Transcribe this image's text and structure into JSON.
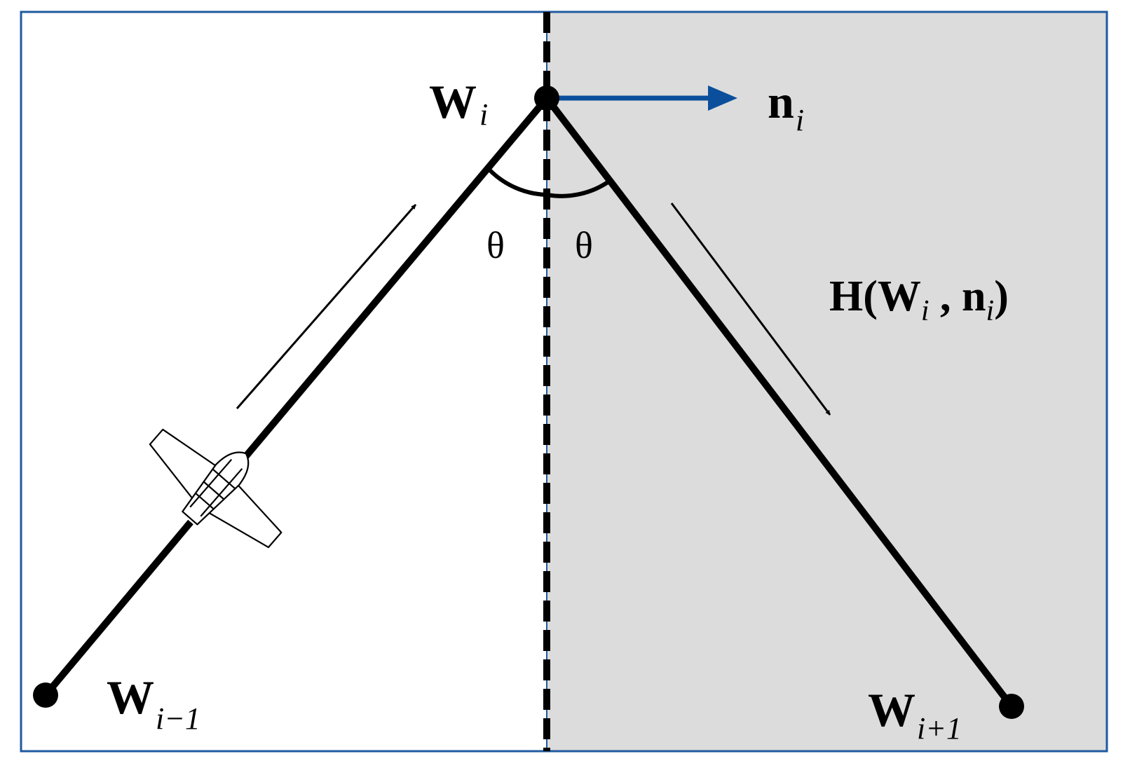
{
  "colors": {
    "frame": "#1f5aa0",
    "shaded_region": "#dcdcdc",
    "normal_arrow": "#0b4f9c",
    "angle_label": "#ff0000",
    "path": "#000000"
  },
  "labels": {
    "w_i": {
      "main": "W",
      "sub": "i"
    },
    "w_prev": {
      "main": "W",
      "sub": "i−1"
    },
    "w_next": {
      "main": "W",
      "sub": "i+1"
    },
    "n_i": {
      "main": "n",
      "sub": "i"
    },
    "theta": "θ",
    "reflection": {
      "prefix": "H(W",
      "sub1": "i",
      "sep": " , n",
      "sub2": "i",
      "suffix": ")"
    }
  },
  "icons": {
    "vehicle": "fixed-wing-uav-icon"
  }
}
